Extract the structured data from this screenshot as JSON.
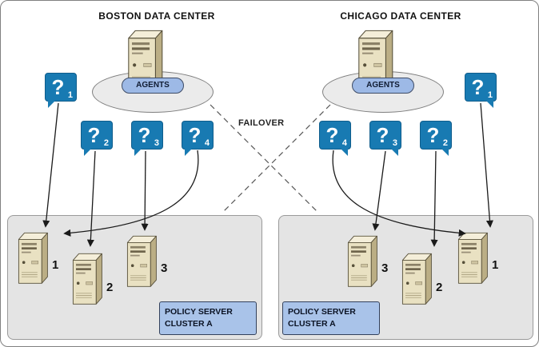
{
  "diagram": {
    "failover_label": "FAILOVER",
    "bubble_symbol": "?",
    "boston": {
      "title": "BOSTON DATA CENTER",
      "agents_label": "AGENTS",
      "bubbles": [
        "1",
        "2",
        "3",
        "4"
      ],
      "servers": [
        "1",
        "2",
        "3"
      ],
      "cluster_label": {
        "line1": "POLICY SERVER",
        "line2": "CLUSTER A"
      }
    },
    "chicago": {
      "title": "CHICAGO DATA CENTER",
      "agents_label": "AGENTS",
      "bubbles": [
        "4",
        "3",
        "2",
        "1"
      ],
      "servers": [
        "3",
        "2",
        "1"
      ],
      "cluster_label": {
        "line1": "POLICY SERVER",
        "line2": "CLUSTER A"
      }
    },
    "colors": {
      "bubble_blue": "#187AB2",
      "agents_pill_bg": "#9DB9E6",
      "cluster_bg": "#E4E4E4",
      "label_box_bg": "#A9C3E9"
    }
  }
}
